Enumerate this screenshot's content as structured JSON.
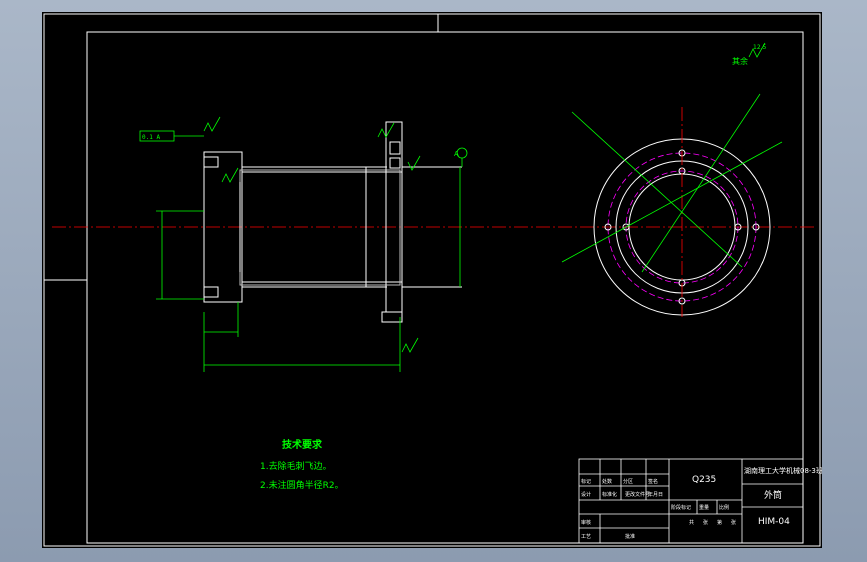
{
  "drawing": {
    "tech_requirements": {
      "title": "技术要求",
      "items": [
        "1.去除毛刺飞边。",
        "2.未注圆角半径R2。"
      ]
    },
    "roughness_note": {
      "label": "其余",
      "value": "12.5"
    },
    "datum_label": "A",
    "tolerance_frame": "0.1 A",
    "title_block": {
      "material": "Q235",
      "school": "湖南理工大学机械08-3班",
      "part_name": "外筒",
      "drawing_number": "HIM-04",
      "small_cells": [
        "设计",
        "标准化",
        "审核",
        "工艺",
        "批准",
        "标记",
        "处数",
        "分区",
        "更改文件号",
        "签名",
        "年月日",
        "阶段标记",
        "重量",
        "比例",
        "共",
        "张",
        "第",
        "张"
      ]
    },
    "colors": {
      "border": "#ffffff",
      "object_line": "#ffffff",
      "dimension": "#00ff00",
      "center_line": "#ff0000",
      "hidden_pcd": "#ff00ff",
      "background": "#000000",
      "app_background": "#9aa9bd"
    }
  }
}
